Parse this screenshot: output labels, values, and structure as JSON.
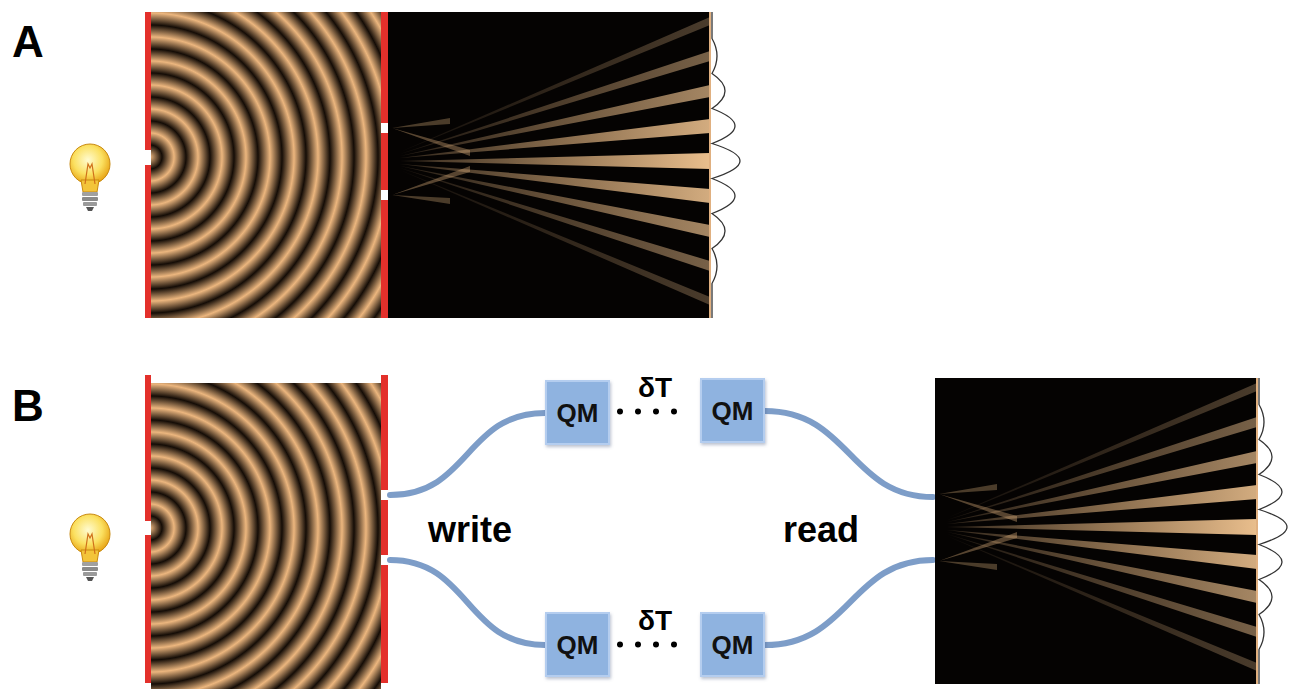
{
  "diagram": {
    "nodes": [
      {
        "text": [
          "QM"
        ]
      },
      {
        "text": [
          "QM"
        ]
      },
      {
        "text": [
          "QM"
        ]
      },
      {
        "text": [
          "QM"
        ]
      }
    ],
    "edges": [
      {
        "from": 0,
        "to": 1,
        "arrow": "none",
        "label": "δT"
      },
      {
        "from": 2,
        "to": 3,
        "arrow": "none",
        "label": "δT"
      }
    ],
    "labels": [
      "A",
      "B",
      "write",
      "read"
    ]
  }
}
